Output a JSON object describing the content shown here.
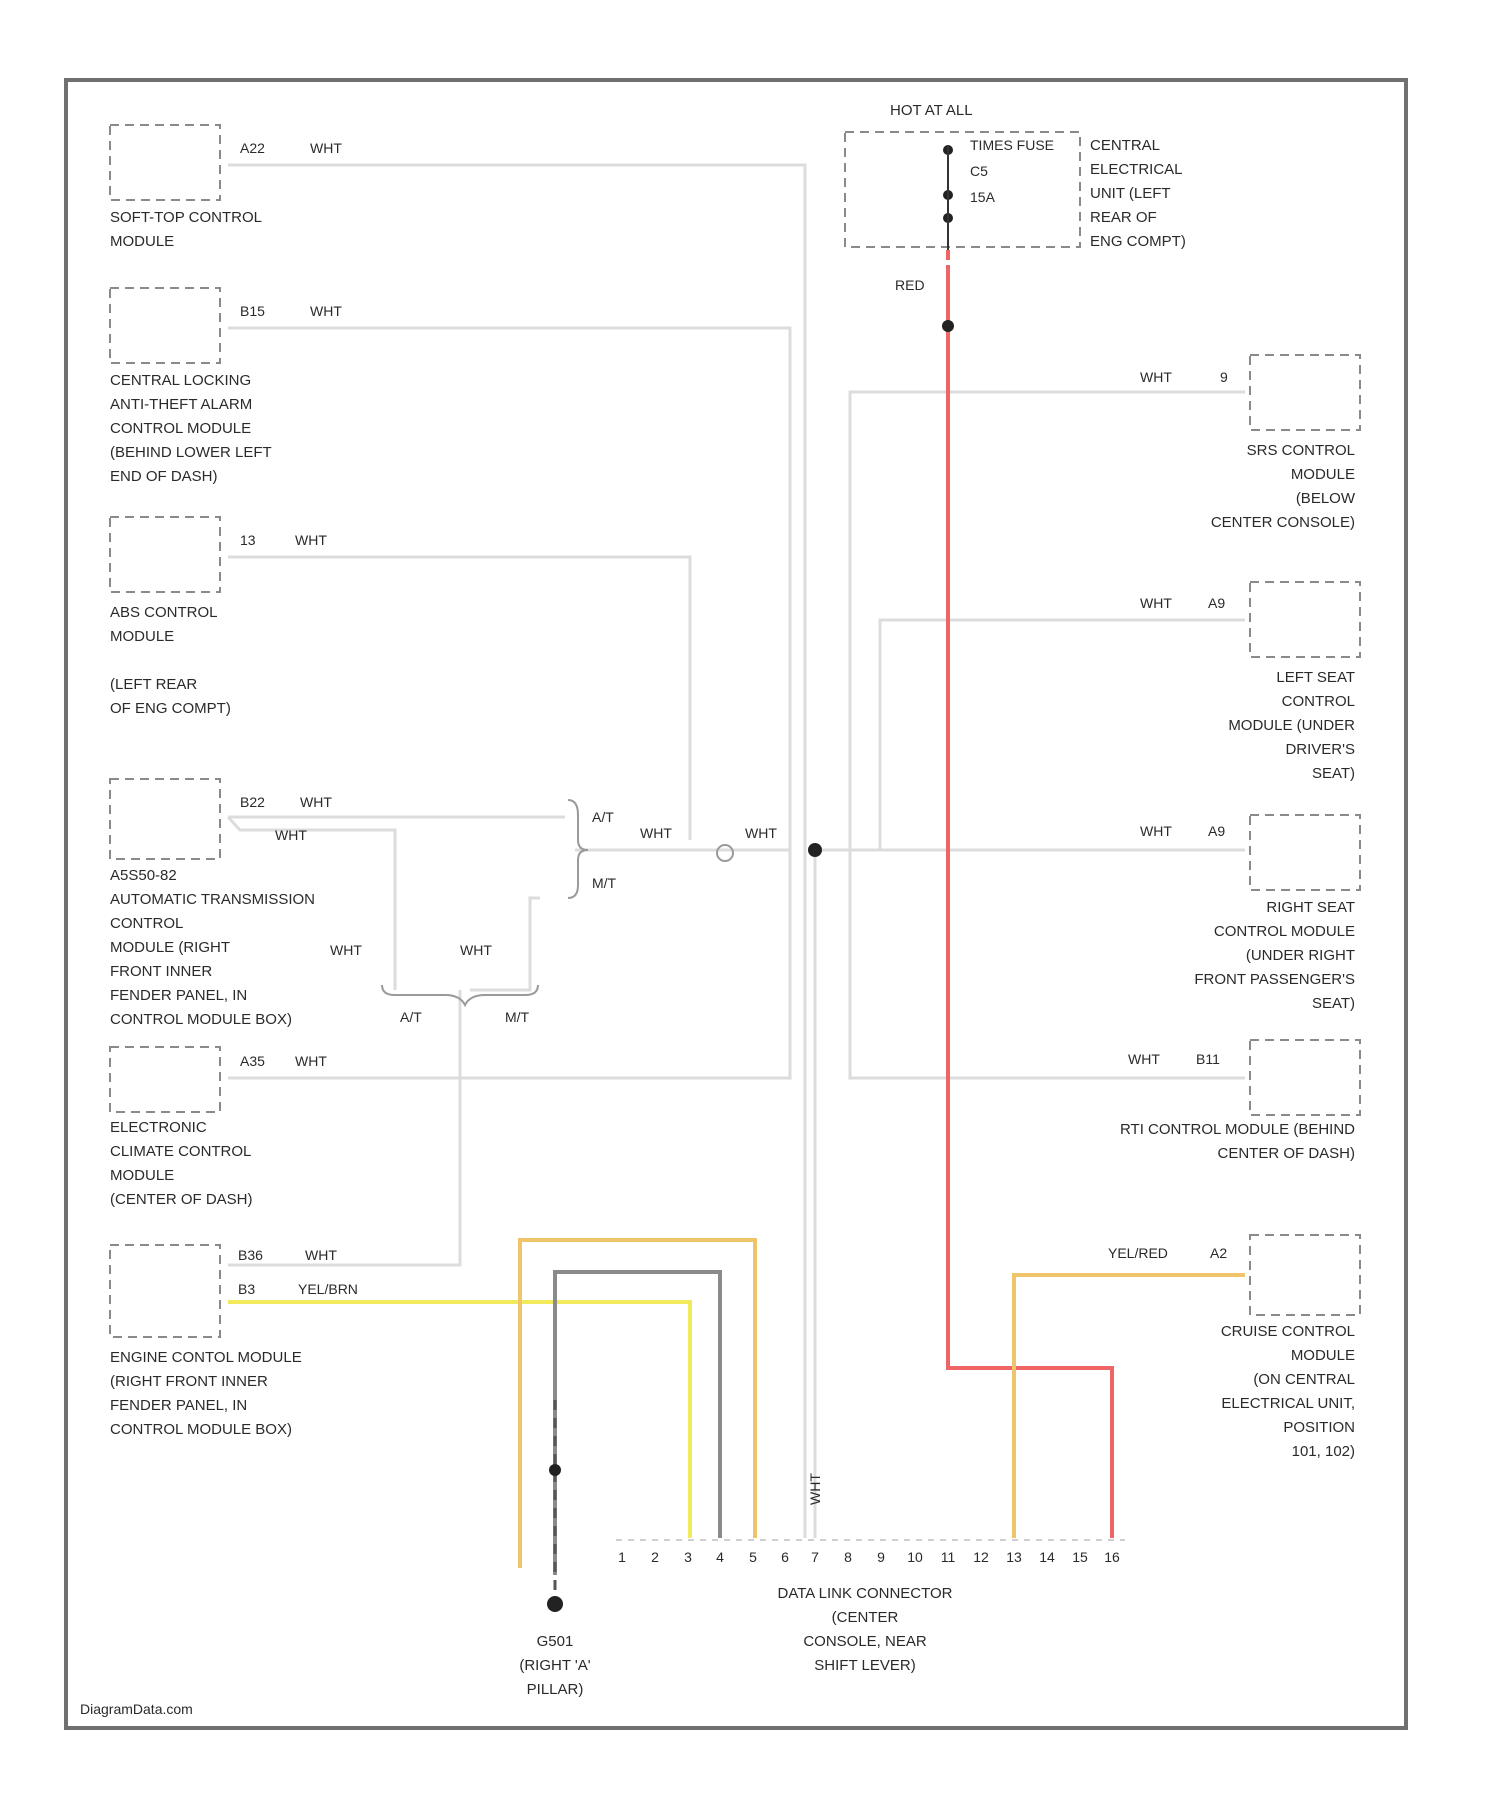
{
  "components": {
    "soft_top": [
      "SOFT-TOP CONTROL",
      "MODULE"
    ],
    "central_locking": [
      "CENTRAL LOCKING",
      "ANTI-THEFT ALARM",
      "CONTROL MODULE",
      "(BEHIND LOWER LEFT",
      "END OF DASH)"
    ],
    "abs": [
      "ABS CONTROL",
      "MODULE",
      "",
      "(LEFT REAR",
      " OF ENG COMPT)"
    ],
    "trans": [
      "A5S50-82",
      "AUTOMATIC TRANSMISSION",
      "CONTROL",
      "MODULE (RIGHT",
      "FRONT INNER",
      "FENDER PANEL, IN",
      "CONTROL MODULE BOX)"
    ],
    "climate": [
      "ELECTRONIC",
      "CLIMATE CONTROL",
      "MODULE",
      "(CENTER OF DASH)"
    ],
    "engine": [
      "ENGINE CONTOL MODULE",
      "(RIGHT FRONT INNER",
      "FENDER PANEL, IN",
      "CONTROL MODULE BOX)"
    ],
    "srs": [
      "SRS CONTROL",
      "MODULE",
      "(BELOW",
      "CENTER CONSOLE)"
    ],
    "left_seat": [
      "LEFT SEAT",
      "CONTROL",
      "MODULE (UNDER",
      "DRIVER'S",
      "SEAT)"
    ],
    "right_seat": [
      "RIGHT SEAT",
      "CONTROL MODULE",
      "(UNDER RIGHT",
      "FRONT PASSENGER'S",
      "SEAT)"
    ],
    "rti": [
      "RTI CONTROL MODULE (BEHIND",
      "CENTER OF DASH)"
    ],
    "cruise": [
      "CRUISE CONTROL",
      "MODULE",
      "(ON CENTRAL",
      "ELECTRICAL UNIT,",
      "POSITION",
      "101, 102)"
    ],
    "fuse_box": [
      "CENTRAL",
      "ELECTRICAL",
      "UNIT (LEFT",
      "REAR OF",
      "ENG COMPT)"
    ],
    "dlc": [
      "DATA LINK CONNECTOR",
      "(CENTER",
      "CONSOLE, NEAR",
      "SHIFT LEVER)"
    ],
    "ground": [
      "G501",
      "(RIGHT 'A'",
      "PILLAR)"
    ]
  },
  "fuse": {
    "hot_label": "HOT AT ALL",
    "times_label": "TIMES FUSE",
    "rows": [
      "C5",
      "15A"
    ]
  },
  "pins": {
    "soft_top": "A22",
    "central_locking": "B15",
    "abs": "13",
    "trans": "B22",
    "climate": "A35",
    "engine_a": "B36",
    "engine_b": "B3",
    "srs": "9",
    "left_seat": "A9",
    "right_seat": "A9",
    "rti": "B11",
    "cruise": "A2"
  },
  "wires": {
    "wht": "WHT",
    "red": "RED",
    "yel_brn": "YEL/BRN",
    "yel_red": "YEL/RED",
    "at": "A/T",
    "mt": "M/T",
    "pin7": "WHT"
  },
  "dlc_pins": [
    "1",
    "2",
    "3",
    "4",
    "5",
    "6",
    "7",
    "8",
    "9",
    "10",
    "11",
    "12",
    "13",
    "14",
    "15",
    "16"
  ],
  "watermark": "DiagramData.com",
  "colors": {
    "white_wire": "#dcdcdc",
    "red_wire": "#ef6565",
    "yellow_wire": "#f1ea5a",
    "orange_wire": "#f0c46a",
    "gray_wire": "#8a8a8a",
    "frame": "#707070"
  }
}
